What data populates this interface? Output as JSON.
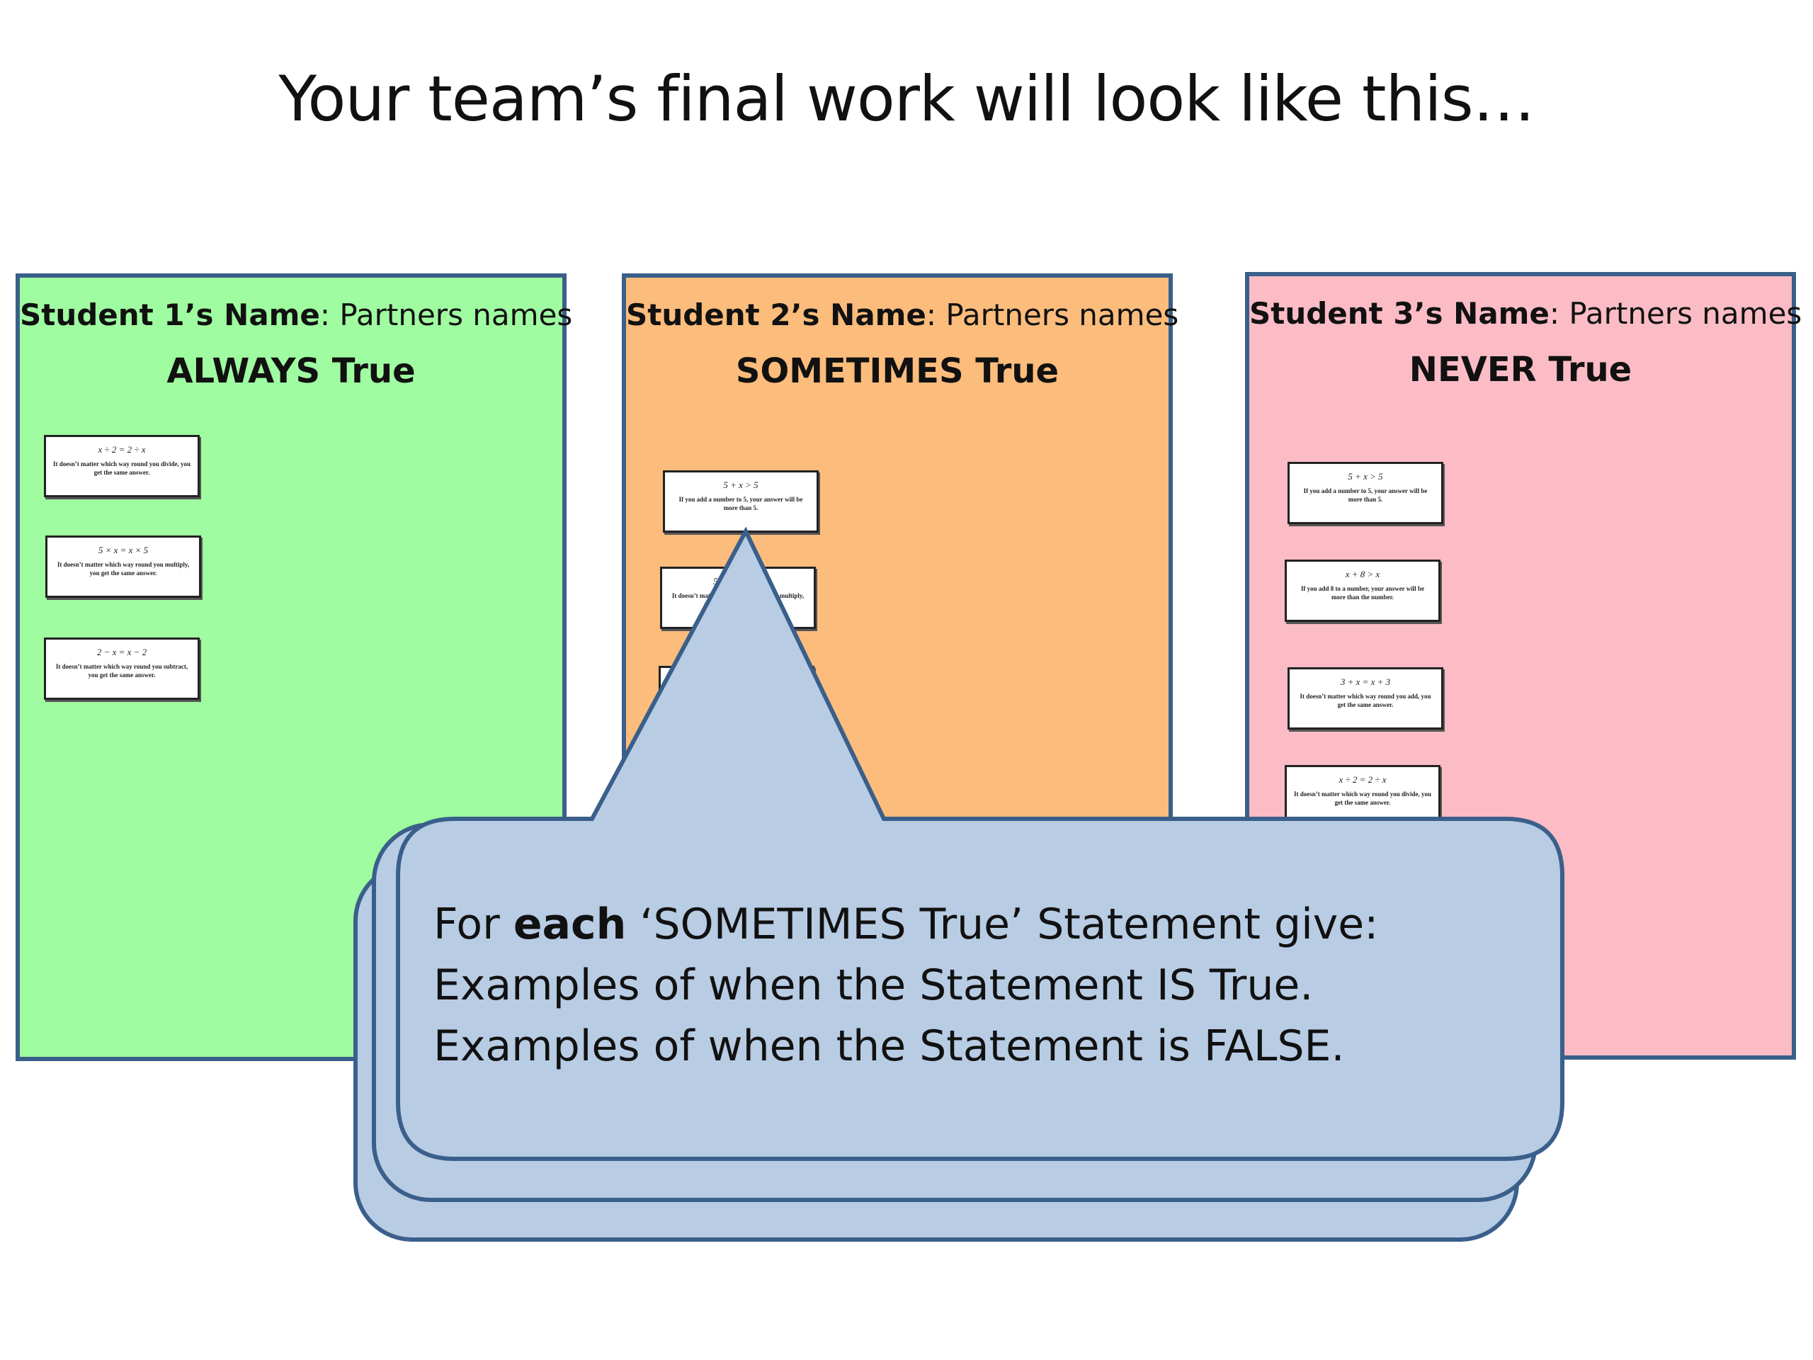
{
  "title": "Your team’s final work will look like this…",
  "colors": {
    "always": "#9ffca0",
    "sometimes": "#fbbc7c",
    "never": "#fcbcc5",
    "border": "#3a5f8a",
    "callout": "#b8cce4"
  },
  "posters": [
    {
      "student": "Student 1’s Name",
      "partners": ": Partners names",
      "category": "ALWAYS True",
      "cards": [
        {
          "eq": "x ÷ 2 = 2 ÷ x",
          "desc": "It doesn’t matter which way round you divide, you get the same answer."
        },
        {
          "eq": "5 × x = x × 5",
          "desc": "It doesn’t matter which way round you multiply, you get the same answer."
        },
        {
          "eq": "2 − x = x − 2",
          "desc": "It doesn’t matter which way round you subtract, you get the same answer."
        }
      ]
    },
    {
      "student": "Student 2’s Name",
      "partners": ": Partners names",
      "category": "SOMETIMES True",
      "cards": [
        {
          "eq": "5 + x > 5",
          "desc": "If you add a number to 5, your answer will be more than 5."
        },
        {
          "eq": "5 × x = x × 5",
          "desc": "It doesn’t matter which way round you multiply, you get the same answer."
        },
        {
          "eq": "",
          "desc": ""
        }
      ]
    },
    {
      "student": "Student 3’s Name",
      "partners": ": Partners names",
      "category": "NEVER True",
      "cards": [
        {
          "eq": "5 + x > 5",
          "desc": "If you add a number to 5, your answer will be more than 5."
        },
        {
          "eq": "x + 8 > x",
          "desc": "If you add 8 to a number, your answer will be more than the number."
        },
        {
          "eq": "3 + x = x + 3",
          "desc": "It doesn’t matter which way round you add, you get the same answer."
        },
        {
          "eq": "x ÷ 2 = 2 ÷ x",
          "desc": "It doesn’t matter which way round you divide, you get the same answer."
        }
      ]
    }
  ],
  "callout": {
    "line1_pre": "For ",
    "line1_bold": "each",
    "line1_post": " ‘SOMETIMES True’ Statement give:",
    "line2": "Examples of when the Statement IS True.",
    "line3": "Examples of when the Statement is FALSE."
  }
}
